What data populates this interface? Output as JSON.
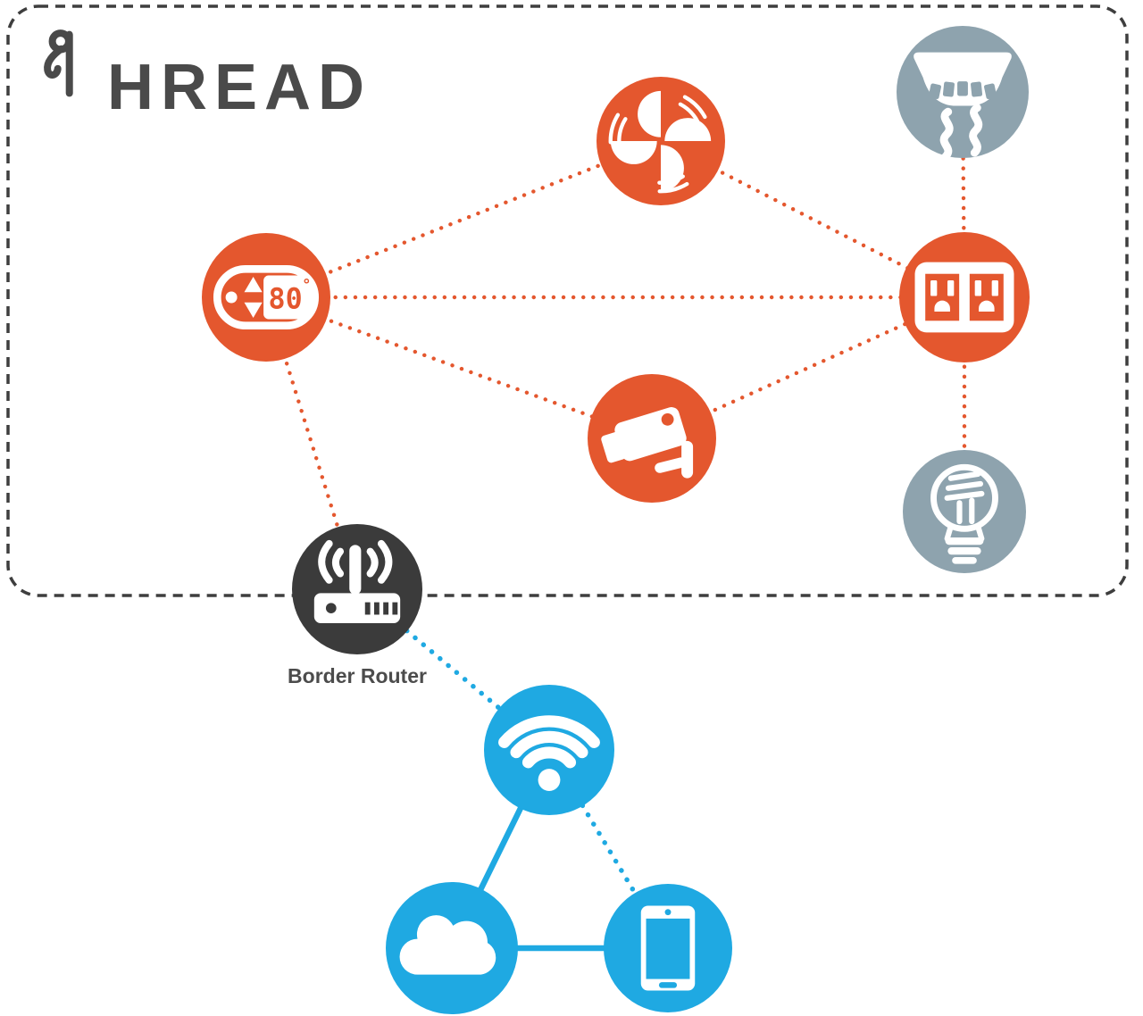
{
  "logo": {
    "text": "THREAD",
    "display_letters": "HREAD"
  },
  "labels": {
    "border_router": "Border Router"
  },
  "thermostat_display": {
    "value": "80",
    "degree": "°"
  },
  "boundary": {
    "style": "dashed",
    "color": "#3E3E3E"
  },
  "colors": {
    "thread_device_orange": "#E4572E",
    "low_power_gray_blue": "#8EA3AE",
    "border_router_dark": "#3B3B3B",
    "ip_network_blue": "#1FA9E2",
    "logo_text": "#4A4A4A",
    "background": "#FFFFFF"
  },
  "nodes": [
    {
      "id": "fan",
      "icon": "fan-icon",
      "color": "#E4572E"
    },
    {
      "id": "smoke-detector",
      "icon": "smoke-detector-icon",
      "color": "#8EA3AE"
    },
    {
      "id": "thermostat",
      "icon": "thermostat-icon",
      "color": "#E4572E",
      "display": "80°"
    },
    {
      "id": "power-outlet",
      "icon": "power-outlet-icon",
      "color": "#E4572E"
    },
    {
      "id": "security-camera",
      "icon": "security-camera-icon",
      "color": "#E4572E"
    },
    {
      "id": "light-bulb",
      "icon": "light-bulb-icon",
      "color": "#8EA3AE"
    },
    {
      "id": "border-router",
      "icon": "wireless-router-icon",
      "color": "#3B3B3B",
      "label": "Border Router"
    },
    {
      "id": "wifi",
      "icon": "wifi-icon",
      "color": "#1FA9E2"
    },
    {
      "id": "cloud",
      "icon": "cloud-icon",
      "color": "#1FA9E2"
    },
    {
      "id": "tablet",
      "icon": "tablet-icon",
      "color": "#1FA9E2"
    }
  ],
  "connections": [
    {
      "from": "thermostat",
      "to": "fan",
      "style": "dotted",
      "color": "#E4572E"
    },
    {
      "from": "fan",
      "to": "power-outlet",
      "style": "dotted",
      "color": "#E4572E"
    },
    {
      "from": "thermostat",
      "to": "power-outlet",
      "style": "dotted",
      "color": "#E4572E"
    },
    {
      "from": "thermostat",
      "to": "security-camera",
      "style": "dotted",
      "color": "#E4572E"
    },
    {
      "from": "security-camera",
      "to": "power-outlet",
      "style": "dotted",
      "color": "#E4572E"
    },
    {
      "from": "power-outlet",
      "to": "smoke-detector",
      "style": "dotted",
      "color": "#E4572E"
    },
    {
      "from": "power-outlet",
      "to": "light-bulb",
      "style": "dotted",
      "color": "#E4572E"
    },
    {
      "from": "thermostat",
      "to": "border-router",
      "style": "dotted",
      "color": "#E4572E"
    },
    {
      "from": "border-router",
      "to": "wifi",
      "style": "dotted",
      "color": "#1FA9E2"
    },
    {
      "from": "wifi",
      "to": "tablet",
      "style": "dotted",
      "color": "#1FA9E2"
    },
    {
      "from": "wifi",
      "to": "cloud",
      "style": "solid",
      "color": "#1FA9E2"
    },
    {
      "from": "cloud",
      "to": "tablet",
      "style": "solid",
      "color": "#1FA9E2"
    }
  ]
}
